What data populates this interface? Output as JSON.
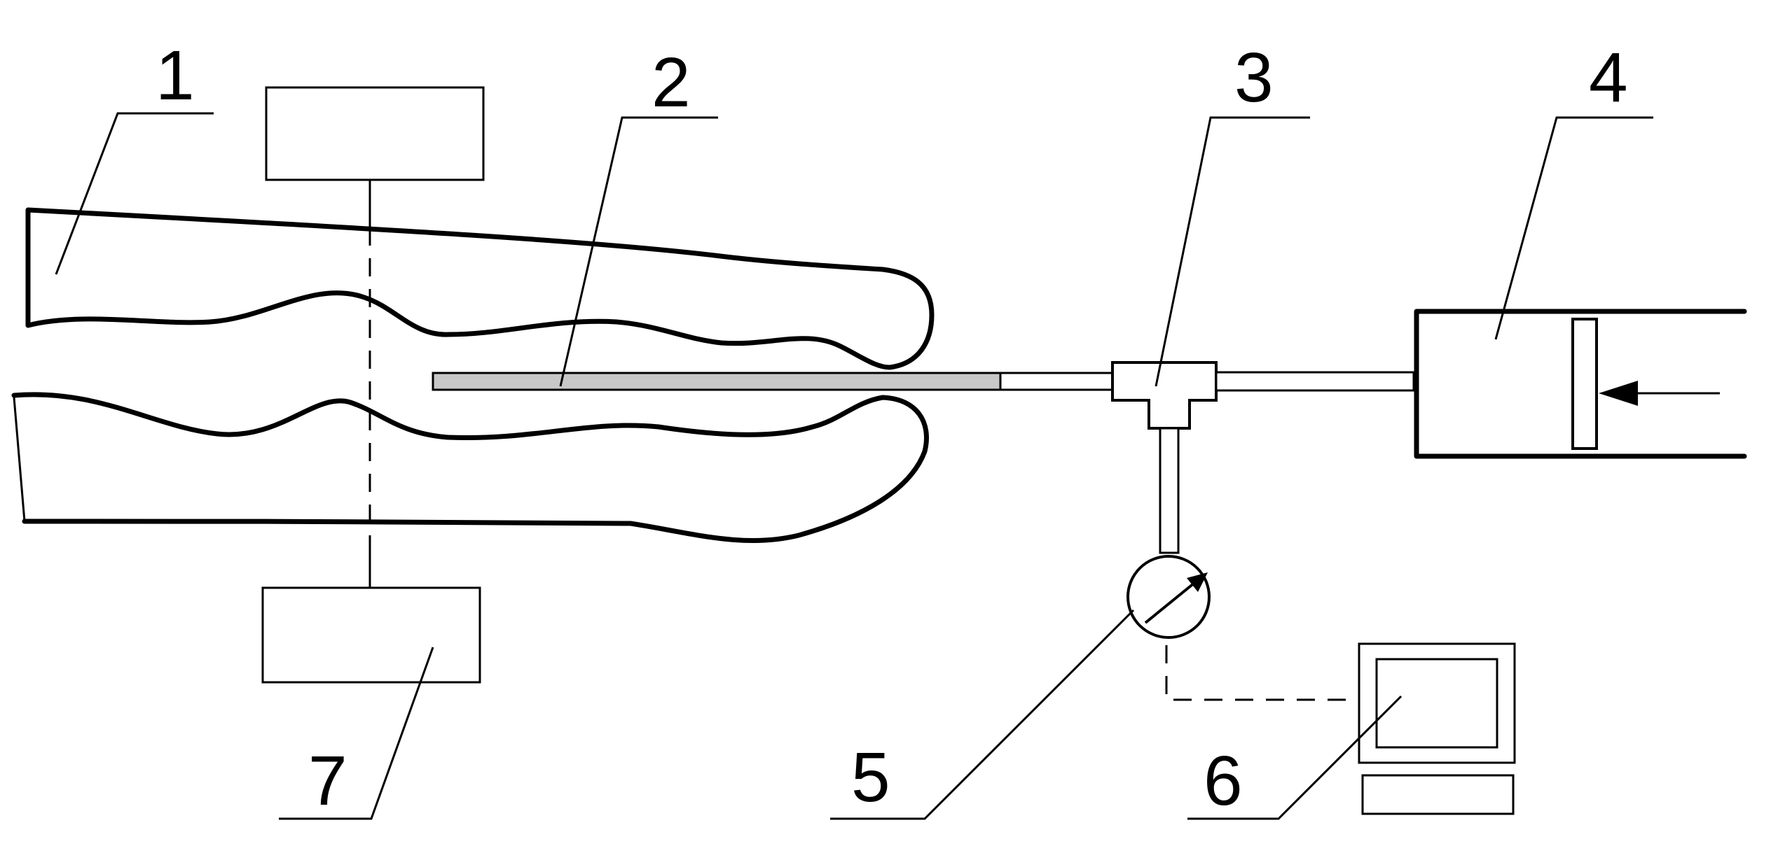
{
  "labels": [
    "1",
    "2",
    "3",
    "4",
    "5",
    "6",
    "7"
  ],
  "colors": {
    "stroke": "#000000",
    "needle_fill": "#c8c8c8",
    "background": "#ffffff"
  }
}
